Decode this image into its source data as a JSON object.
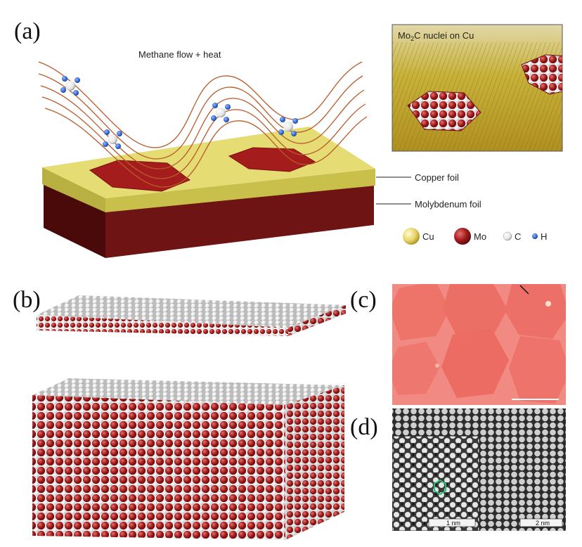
{
  "panels": {
    "a": "(a)",
    "b": "(b)",
    "c": "(c)",
    "d": "(d)"
  },
  "panel_a": {
    "flow_label": "Methane flow + heat",
    "copper_label": "Copper foil",
    "molybdenum_label": "Molybdenum foil",
    "inset_title_prefix": "Mo",
    "inset_title_sub": "2",
    "inset_title_suffix": "C nuclei on Cu",
    "legend": [
      {
        "symbol": "Cu",
        "color": "#e8d36a"
      },
      {
        "symbol": "Mo",
        "color": "#a51c1c"
      },
      {
        "symbol": "C",
        "color": "#f2f2f2"
      },
      {
        "symbol": "H",
        "color": "#2f66c8"
      }
    ]
  },
  "panel_d": {
    "scale_inset": "1 nm",
    "scale_main": "2 nm"
  },
  "colors": {
    "copper": "#d8cf5a",
    "molybdenum": "#6e1414",
    "mo_atom": "#a51c1c",
    "c_atom": "#ececec",
    "optical_bg": "#f08a82",
    "flow_line": "#b85a2a"
  }
}
